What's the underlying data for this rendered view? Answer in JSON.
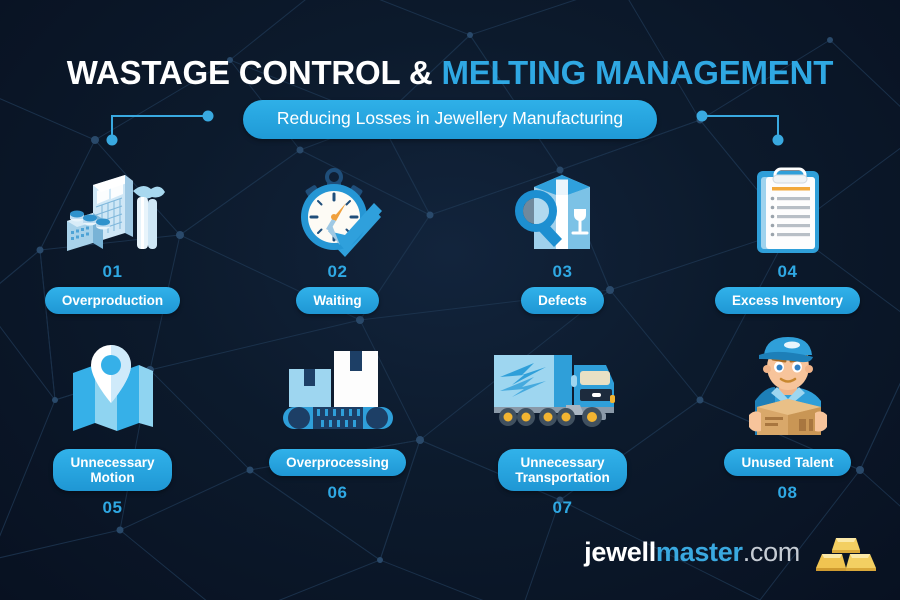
{
  "header": {
    "title_part1": "WASTAGE CONTROL &",
    "title_part2": "MELTING MANAGEMENT",
    "subtitle": "Reducing Losses in Jewellery Manufacturing"
  },
  "colors": {
    "background": "#0b1626",
    "accent_blue": "#2fa8e3",
    "pill_blue": "#1f97d4",
    "title_white": "#ffffff",
    "mesh_line": "#1b3busy",
    "gold": "#e8b94a",
    "orange": "#f0a03c"
  },
  "items": [
    {
      "number": "01",
      "label": "Overproduction",
      "icon": "factory-icon"
    },
    {
      "number": "02",
      "label": "Waiting",
      "icon": "stopwatch-icon"
    },
    {
      "number": "03",
      "label": "Defects",
      "icon": "box-magnifier-icon"
    },
    {
      "number": "04",
      "label": "Excess Inventory",
      "icon": "clipboard-icon"
    },
    {
      "number": "05",
      "label": "Unnecessary\nMotion",
      "icon": "map-pin-icon"
    },
    {
      "number": "06",
      "label": "Overprocessing",
      "icon": "conveyor-belt-icon"
    },
    {
      "number": "07",
      "label": "Unnecessary\nTransportation",
      "icon": "truck-icon"
    },
    {
      "number": "08",
      "label": "Unused Talent",
      "icon": "worker-box-icon"
    }
  ],
  "footer": {
    "logo_part1": "jewell",
    "logo_part2": "master",
    "logo_part3": ".com",
    "logo_mark": "gold-bars-icon"
  }
}
